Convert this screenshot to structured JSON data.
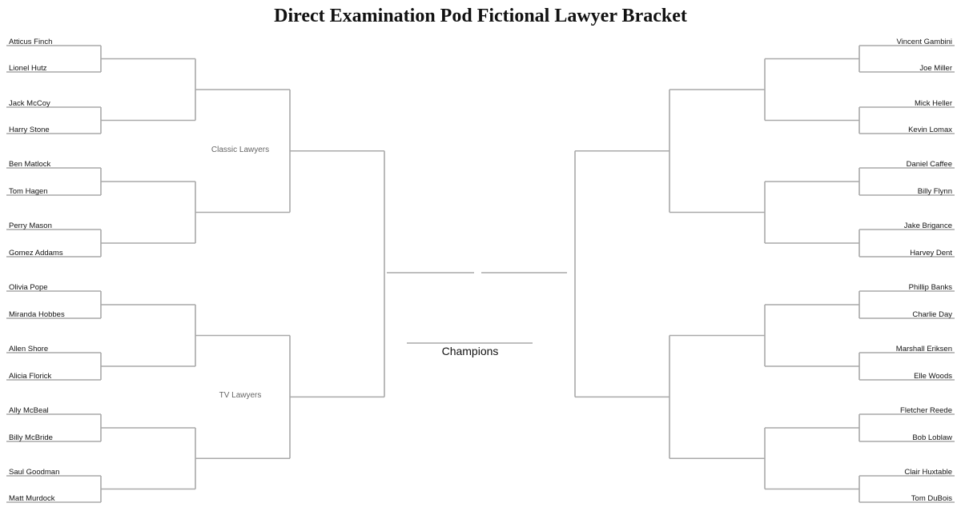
{
  "title": "Direct Examination Pod Fictional Lawyer Bracket",
  "colors": {
    "line": "#a9a9a9",
    "text": "#111111",
    "region_text": "#666666"
  },
  "left": {
    "regions": [
      {
        "name": "Classic Lawyers",
        "teams": [
          "Atticus Finch",
          "Lionel Hutz",
          "Jack McCoy",
          "Harry Stone",
          "Ben Matlock",
          "Tom Hagen",
          "Perry Mason",
          "Gomez Addams"
        ]
      },
      {
        "name": "TV Lawyers",
        "teams": [
          "Olivia Pope",
          "Miranda Hobbes",
          "Allen Shore",
          "Alicia Florick",
          "Ally McBeal",
          "Billy McBride",
          "Saul Goodman",
          "Matt Murdock"
        ]
      }
    ]
  },
  "right": {
    "regions": [
      {
        "name": "",
        "teams": [
          "Vincent Gambini",
          "Joe Miller",
          "Mick Heller",
          "Kevin Lomax",
          "Daniel Caffee",
          "Billy Flynn",
          "Jake Brigance",
          "Harvey Dent"
        ]
      },
      {
        "name": "",
        "teams": [
          "Phillip Banks",
          "Charlie Day",
          "Marshall Eriksen",
          "Elle Woods",
          "Fletcher Reede",
          "Bob Loblaw",
          "Clair Huxtable",
          "Tom DuBois"
        ]
      }
    ]
  },
  "champions_label": "Champions"
}
